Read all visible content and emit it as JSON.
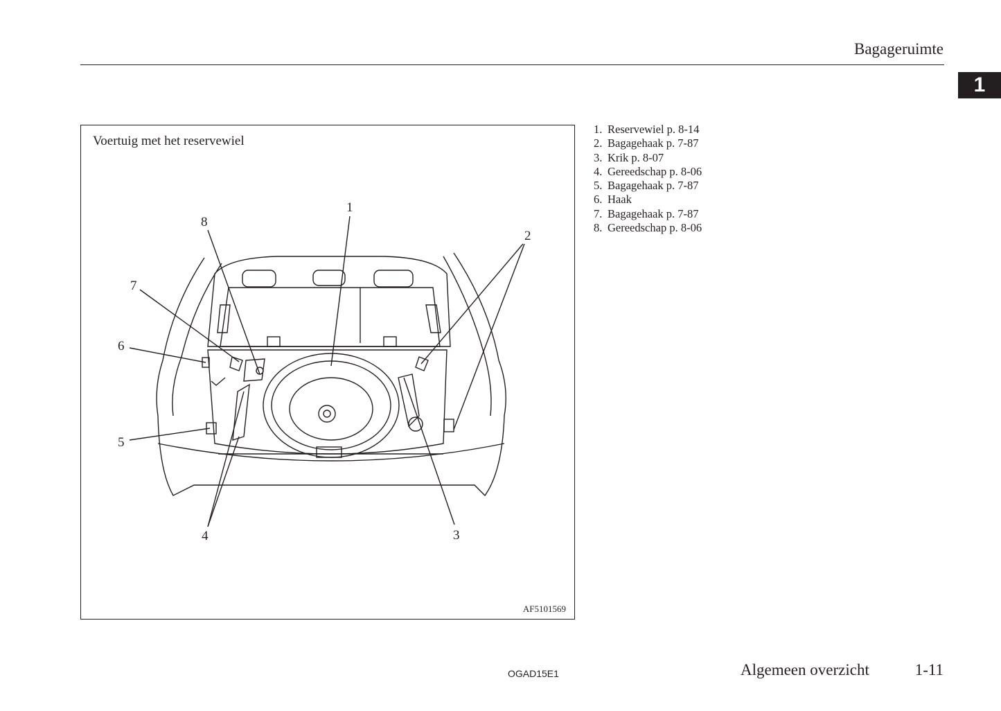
{
  "header": {
    "title": "Bagageruimte",
    "chapter": "1"
  },
  "figure": {
    "caption": "Voertuig met het reservewiel",
    "code": "AF5101569",
    "callouts": [
      "1",
      "2",
      "3",
      "4",
      "5",
      "6",
      "7",
      "8"
    ]
  },
  "legend": [
    {
      "num": "1.",
      "text": "Reservewiel p. 8-14"
    },
    {
      "num": "2.",
      "text": "Bagagehaak p. 7-87"
    },
    {
      "num": "3.",
      "text": "Krik p. 8-07"
    },
    {
      "num": "4.",
      "text": "Gereedschap p. 8-06"
    },
    {
      "num": "5.",
      "text": "Bagagehaak p. 7-87"
    },
    {
      "num": "6.",
      "text": "Haak"
    },
    {
      "num": "7.",
      "text": "Bagagehaak p. 7-87"
    },
    {
      "num": "8.",
      "text": "Gereedschap p. 8-06"
    }
  ],
  "footer": {
    "code": "OGAD15E1",
    "section": "Algemeen overzicht",
    "page": "1-11"
  }
}
